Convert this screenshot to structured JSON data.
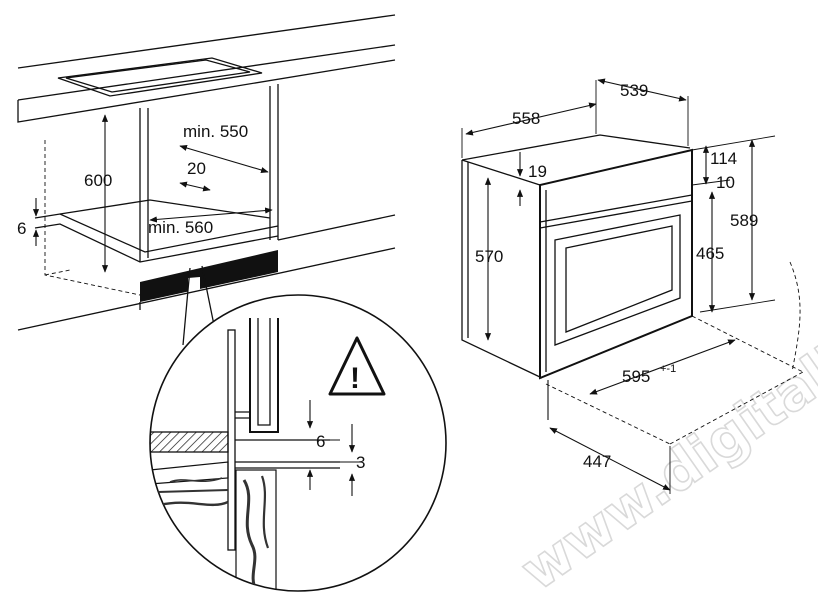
{
  "watermark": "www.digitalko.hu",
  "cabinet": {
    "height_600": "600",
    "depth_min_550": "min. 550",
    "gap_20": "20",
    "width_min_560": "min. 560",
    "offset_6": "6"
  },
  "detail": {
    "gap_6": "6",
    "gap_3": "3",
    "warning_symbol": "!"
  },
  "oven": {
    "width_558": "558",
    "depth_539": "539",
    "top_19": "19",
    "top_114": "114",
    "top_10": "10",
    "height_570": "570",
    "height_465": "465",
    "height_589": "589",
    "front_width": "595",
    "front_width_tolerance": "+-1",
    "door_open_447": "447"
  },
  "colors": {
    "line": "#111111",
    "watermark": "#d9d9d9",
    "wood": "#333333"
  }
}
